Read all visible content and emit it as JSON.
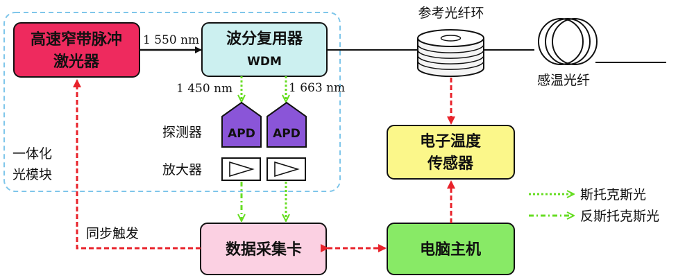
{
  "laser": {
    "line1": "高速窄带脉冲",
    "line2": "激光器"
  },
  "wdm": {
    "line1": "波分复用器",
    "line2": "WDM"
  },
  "wavelengths": {
    "out": "1 550 nm",
    "stokes": "1 450 nm",
    "antistokes": "1 663 nm"
  },
  "detector_label": "探测器",
  "amplifier_label": "放大器",
  "apd_label": "APD",
  "module_label": {
    "line1": "一体化",
    "line2": "光模块"
  },
  "ref_ring_label": "参考光纤环",
  "sensing_fiber_label": "感温光纤",
  "temp_sensor": {
    "line1": "电子温度",
    "line2": "传感器"
  },
  "daq": "数据采集卡",
  "host": "电脑主机",
  "sync_label": "同步触发",
  "legend": {
    "stokes": "斯托克斯光",
    "antistokes": "反斯托克斯光"
  },
  "colors": {
    "laser_fill": "#ee2a5e",
    "wdm_fill": "#ccf0f0",
    "apd_fill": "#8a55d8",
    "temp_fill": "#fbf78a",
    "daq_fill": "#fbd0e2",
    "host_fill": "#88ea66",
    "module_border": "#7fc6ea",
    "red_dash": "#e8222a",
    "green_dash": "#66dd22"
  }
}
